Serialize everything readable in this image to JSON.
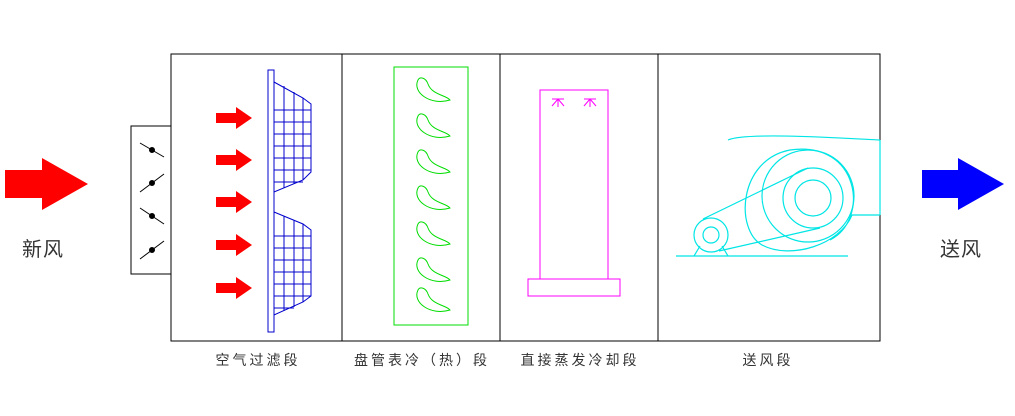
{
  "inlet": {
    "label": "新风"
  },
  "outlet": {
    "label": "送风"
  },
  "sections": [
    {
      "label": "空气过滤段"
    },
    {
      "label": "盘管表冷（热）段"
    },
    {
      "label": "直接蒸发冷却段"
    },
    {
      "label": "送风段"
    }
  ],
  "colors": {
    "inlet_arrow": "#ff0000",
    "outlet_arrow": "#0000ff",
    "filter": "#0000cc",
    "coil": "#00dd00",
    "evaporative": "#ff00ff",
    "fan": "#00e5e5",
    "outline": "#000000"
  }
}
